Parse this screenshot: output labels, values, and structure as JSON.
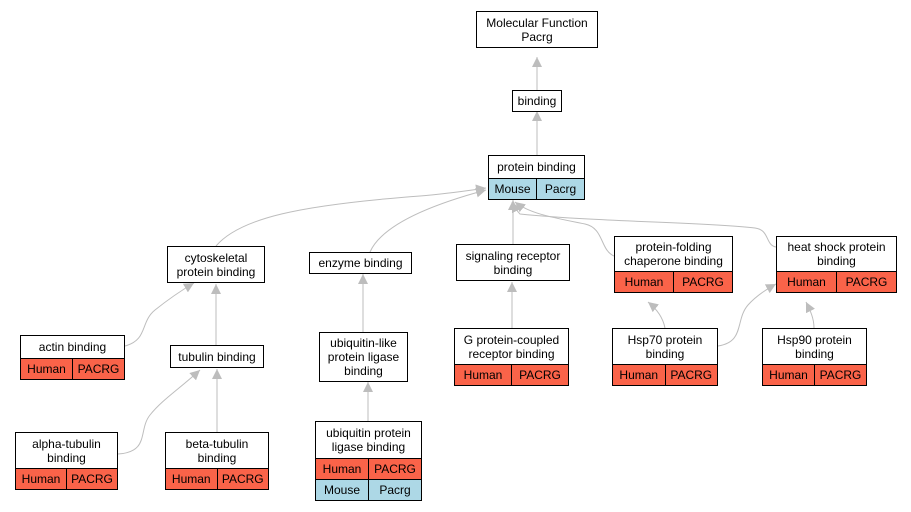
{
  "colors": {
    "human": "#fa6349",
    "mouse": "#add8e6",
    "edge": "#bdbdbd"
  },
  "nodes": {
    "mf": {
      "title": "Molecular Function\nPacrg"
    },
    "binding": {
      "title": "binding"
    },
    "protein_binding": {
      "title": "protein binding",
      "ann": [
        [
          "Mouse",
          "Pacrg"
        ]
      ]
    },
    "cytoskeletal": {
      "title": "cytoskeletal\nprotein binding"
    },
    "enzyme": {
      "title": "enzyme binding"
    },
    "signaling": {
      "title": "signaling receptor\nbinding"
    },
    "chaperone": {
      "title": "protein-folding\nchaperone binding",
      "ann": [
        [
          "Human",
          "PACRG"
        ]
      ]
    },
    "hsp": {
      "title": "heat shock protein\nbinding",
      "ann": [
        [
          "Human",
          "PACRG"
        ]
      ]
    },
    "actin": {
      "title": "actin binding",
      "ann": [
        [
          "Human",
          "PACRG"
        ]
      ]
    },
    "tubulin": {
      "title": "tubulin binding"
    },
    "ubl_ligase": {
      "title": "ubiquitin-like\nprotein ligase\nbinding"
    },
    "gpcr": {
      "title": "G protein-coupled\nreceptor binding",
      "ann": [
        [
          "Human",
          "PACRG"
        ]
      ]
    },
    "hsp70": {
      "title": "Hsp70 protein\nbinding",
      "ann": [
        [
          "Human",
          "PACRG"
        ]
      ]
    },
    "hsp90": {
      "title": "Hsp90 protein\nbinding",
      "ann": [
        [
          "Human",
          "PACRG"
        ]
      ]
    },
    "alpha_tubulin": {
      "title": "alpha-tubulin\nbinding",
      "ann": [
        [
          "Human",
          "PACRG"
        ]
      ]
    },
    "beta_tubulin": {
      "title": "beta-tubulin\nbinding",
      "ann": [
        [
          "Human",
          "PACRG"
        ]
      ]
    },
    "ub_ligase": {
      "title": "ubiquitin protein\nligase binding",
      "ann": [
        [
          "Human",
          "PACRG"
        ],
        [
          "Mouse",
          "Pacrg"
        ]
      ]
    }
  }
}
